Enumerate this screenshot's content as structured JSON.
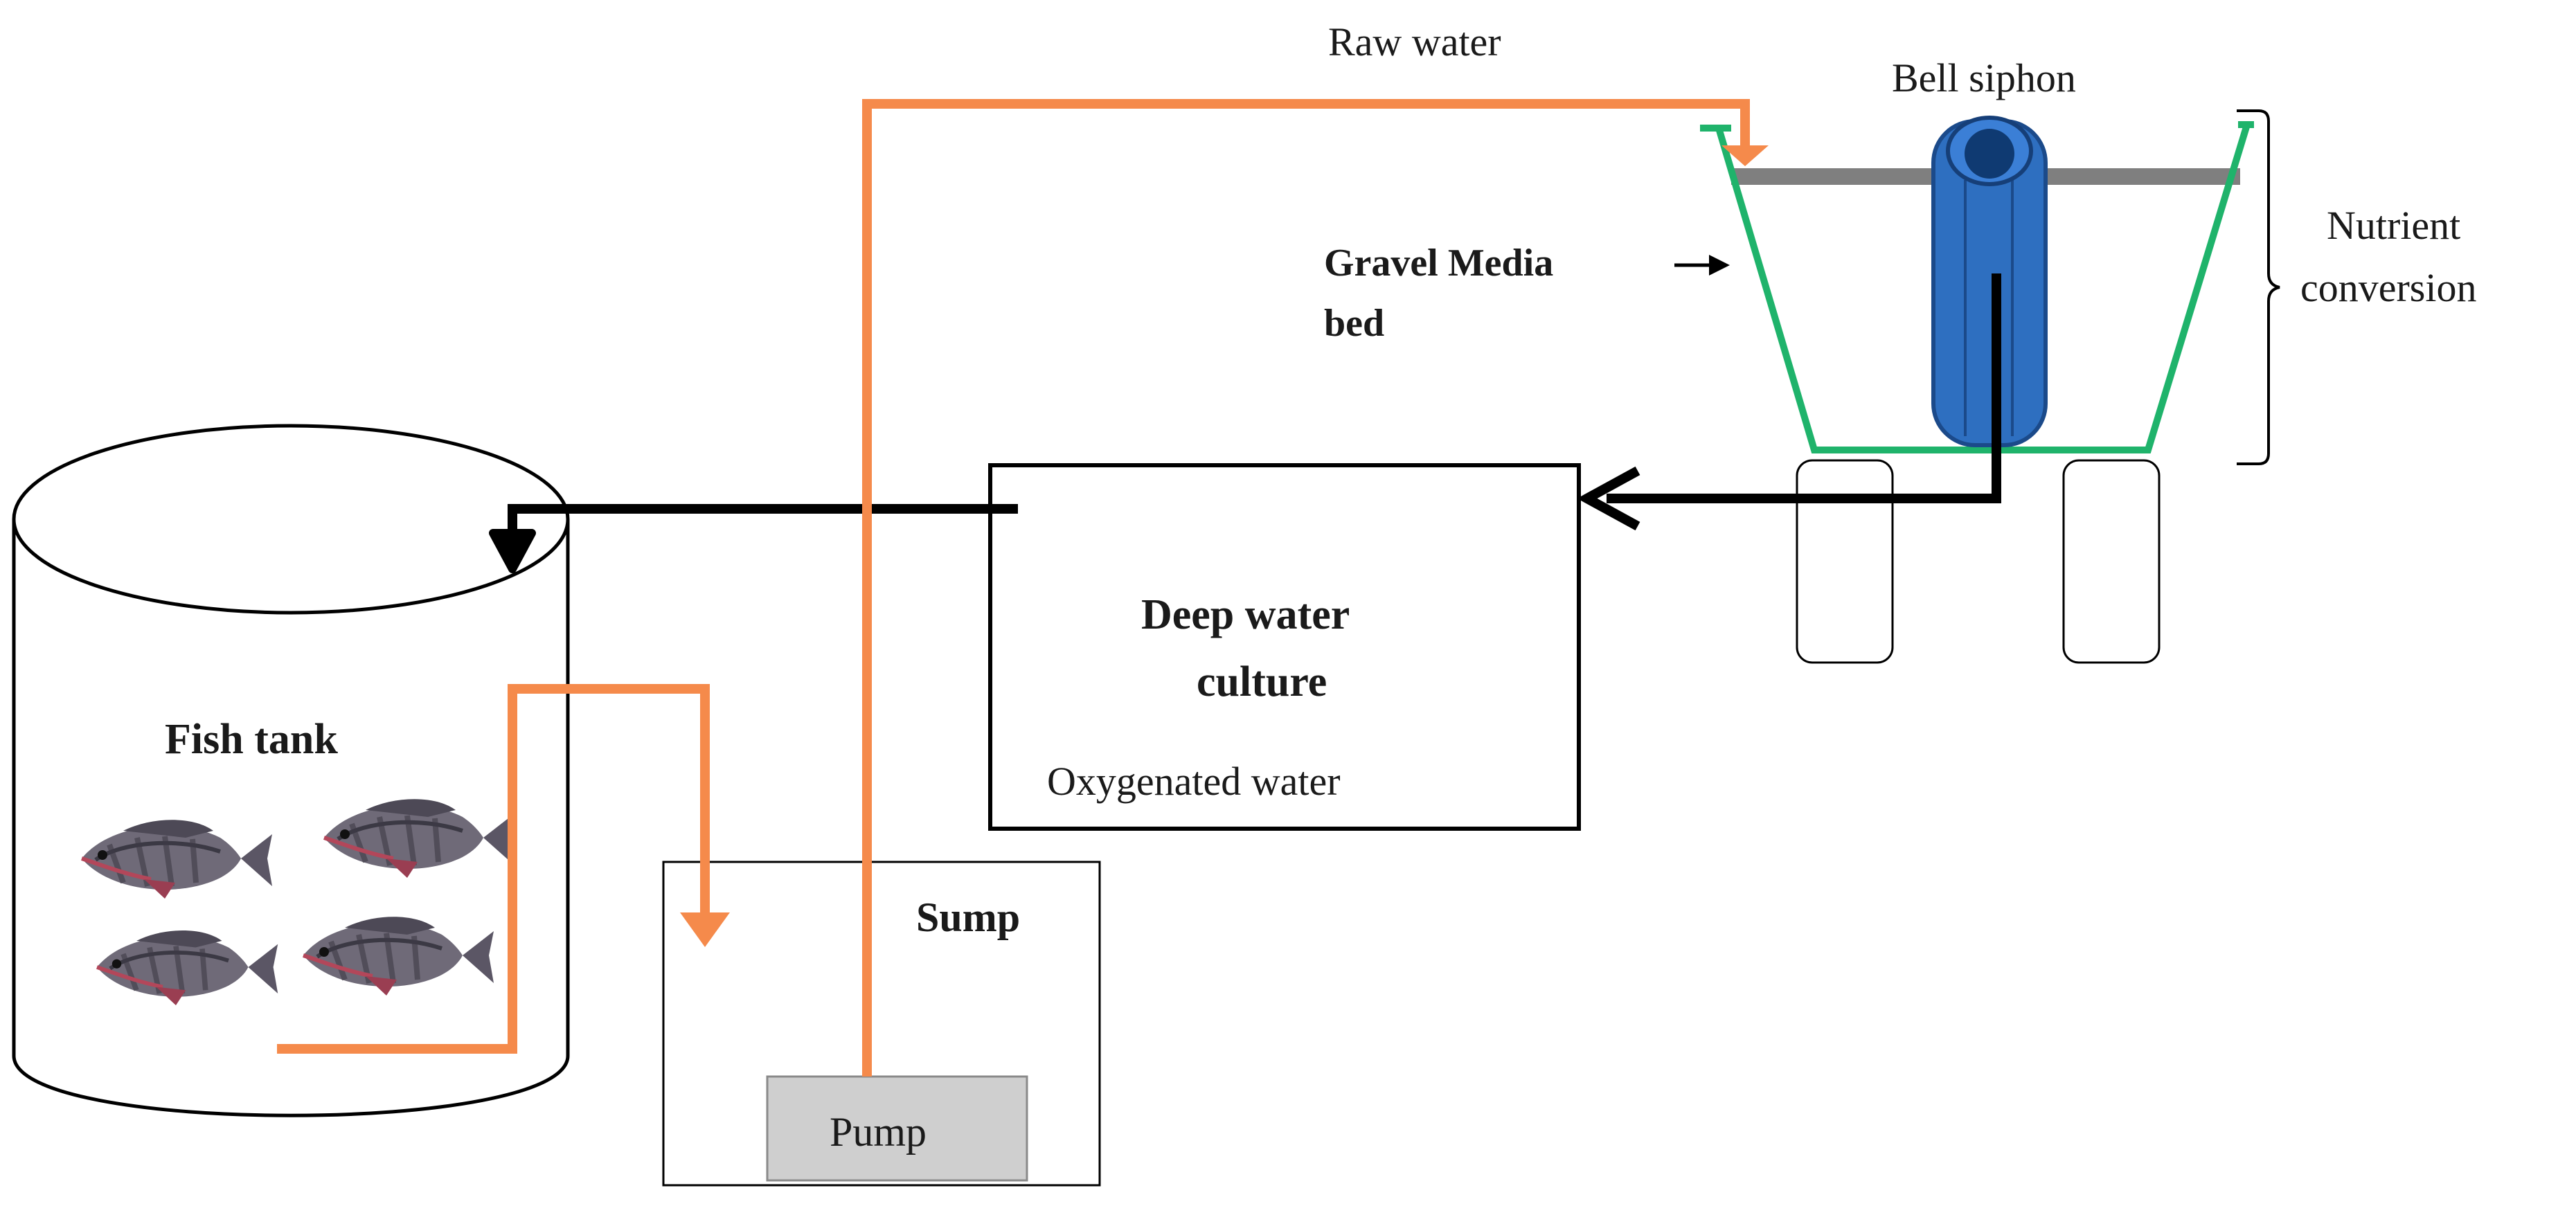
{
  "labels": {
    "raw_water": "Raw water",
    "bell_siphon": "Bell siphon",
    "gravel_line1": "Gravel Media",
    "gravel_line2": "bed",
    "nutrient_line1": "Nutrient",
    "nutrient_line2": "conversion",
    "dwc_line1": "Deep water",
    "dwc_line2": "culture",
    "oxygenated": "Oxygenated water",
    "fish_tank": "Fish tank",
    "sump": "Sump",
    "pump": "Pump"
  },
  "colors": {
    "pipe_orange": "#f58a4b",
    "grow_bed_green": "#1fb36b",
    "siphon_blue": "#2e6fc0",
    "siphon_dark": "#1b4a8a",
    "gray_bar": "#7f7f7f",
    "pump_gray": "#cfcfcf",
    "line_black": "#000000"
  },
  "icons": [
    "fish-icon",
    "bell-siphon-icon",
    "arrow-icon"
  ]
}
